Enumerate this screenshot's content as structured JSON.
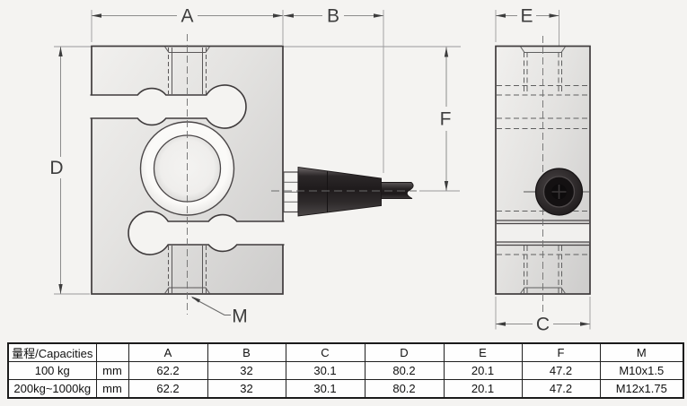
{
  "drawing": {
    "labels": {
      "a": "A",
      "b": "B",
      "c": "C",
      "d": "D",
      "e": "E",
      "f": "F",
      "m": "M"
    },
    "colors": {
      "background": "#f4f3f1",
      "outline": "#3f3b3c",
      "dimension_line": "#8c8c8c",
      "arrow": "#3d3d3d",
      "body_light": "#f0efed",
      "body_dark": "#cfcecd",
      "boot_dark": "#221e1f",
      "connector_black": "#141112"
    }
  },
  "table": {
    "header": [
      "量程/Capacities",
      "",
      "A",
      "B",
      "C",
      "D",
      "E",
      "F",
      "M"
    ],
    "rows": [
      {
        "capacity": "100 kg",
        "unit": "mm",
        "values": [
          "62.2",
          "32",
          "30.1",
          "80.2",
          "20.1",
          "47.2",
          "M10x1.5"
        ]
      },
      {
        "capacity": "200kg~1000kg",
        "unit": "mm",
        "values": [
          "62.2",
          "32",
          "30.1",
          "80.2",
          "20.1",
          "47.2",
          "M12x1.75"
        ]
      }
    ]
  }
}
